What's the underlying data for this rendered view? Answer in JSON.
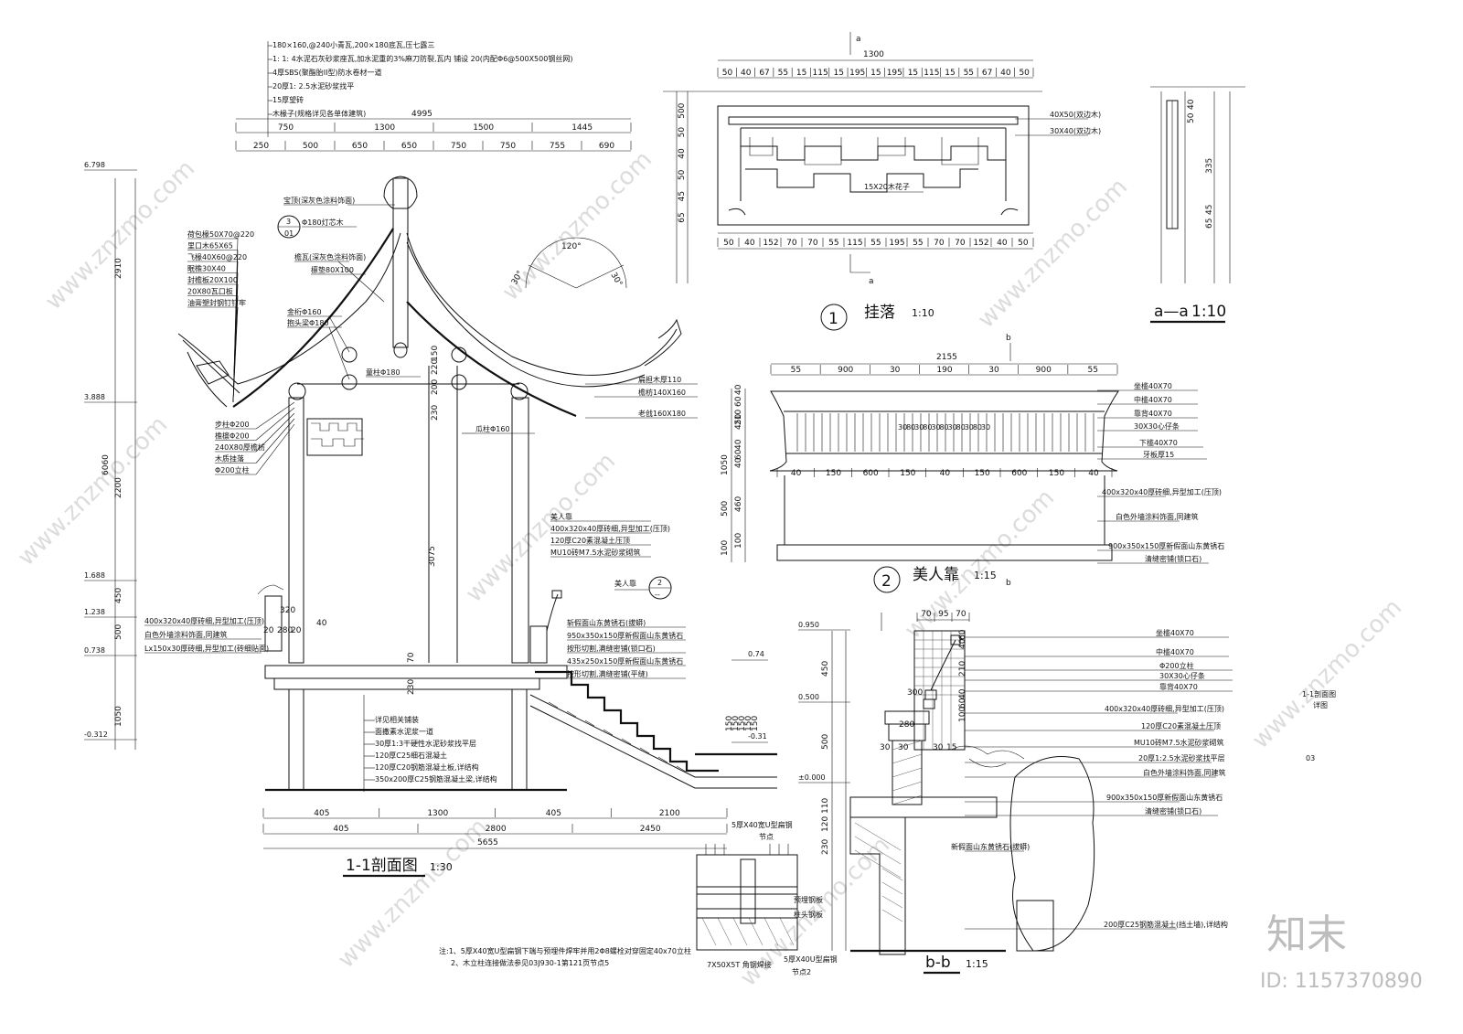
{
  "watermark": {
    "site": "www.znzmo.com",
    "brand": "知末",
    "id": "ID: 1157370890"
  },
  "section_11": {
    "title": "1-1剖面图",
    "scale": "1:30",
    "roof_notes": [
      "180×160,@240小青瓦,200×180底瓦,压七露三",
      "1: 1: 4水泥石灰砂浆座瓦,加水泥重的3%麻刀防裂,瓦内 铺设 20(内配Φ6@500X500钢丝网)",
      "4厚SBS(聚酯胎II型)防水卷材一道",
      "20厚1: 2.5水泥砂浆找平",
      "15厚望砖",
      "木椽子(规格详见各单体建筑)"
    ],
    "top_dims_1": [
      "750",
      "1300",
      "1500",
      "1445"
    ],
    "top_total": "4995",
    "top_dims_2": [
      "250",
      "500",
      "650",
      "650",
      "750",
      "750",
      "755",
      "690"
    ],
    "left_elev": [
      "6.798",
      "3.888",
      "1.688",
      "1.238",
      "0.738",
      "-0.312"
    ],
    "left_dims": [
      "2910",
      "6060",
      "2200",
      "450",
      "500",
      "1050"
    ],
    "left_labels": [
      "荷包椽50X70@220",
      "里口木65X65",
      "飞椽40X60@220",
      "眠檐30X40",
      "封檐板20X100",
      "20X80瓦口板",
      "油膏塑封钢钉钉牢"
    ],
    "mid_labels": [
      "宝顶(深灰色涂料饰面)",
      "Φ180灯芯木",
      "檐瓦(深灰色涂料饰面)",
      "檩垫80X100",
      "金桁Φ160",
      "抱头梁Φ180",
      "童柱Φ180"
    ],
    "col_labels": [
      "步柱Φ200",
      "檐檩Φ200",
      "240X80厚檐枋",
      "木质挂落",
      "Φ200立柱"
    ],
    "right_labels": [
      "扁担木厚110",
      "檐枋140X160",
      "老戗160X180",
      "瓜柱Φ160"
    ],
    "angles": [
      "120°",
      "30°",
      "30°"
    ],
    "mid_dims": [
      "230",
      "200",
      "220",
      "150",
      "3075",
      "70",
      "230"
    ],
    "lower_labels": [
      "400x320x40厚砖细,异型加工(压顶)",
      "白色外墙涂料饰面,同建筑",
      "Lx150x30厚砖细,异型加工(砖细贴面)"
    ],
    "seat_labels": [
      "美人靠",
      "400x320x40厚砖细,异型加工(压顶)",
      "120厚C20素混凝土压顶",
      "MU10砖M7.5水泥砂浆砌筑"
    ],
    "step_labels": [
      "斩假面山东黄锈石(拔蟒)",
      "950x350x150厚新假面山东黄锈石",
      "按形切割,满缝密铺(锁口石)",
      "435x250x150厚新假面山东黄锈石",
      "按形切割,满缝密铺(平缝)"
    ],
    "floor_labels": [
      "详见相关铺装",
      "面撒素水泥浆一道",
      "30厚1:3干硬性水泥砂浆找平层",
      "120厚C25细石混凝土",
      "120厚C20钢筋混凝土板,详结构",
      "350x200厚C25钢筋混凝土梁,详结构"
    ],
    "bottom_dims_1": [
      "405",
      "1300",
      "405",
      "2100"
    ],
    "bottom_dims_2": [
      "405",
      "2800",
      "2450"
    ],
    "bottom_total": "5655",
    "stair_dims": [
      "150",
      "150",
      "150",
      "150",
      "150"
    ],
    "stair_elev": [
      "0.74",
      "-0.31"
    ],
    "pavilion_small": [
      "20",
      "280",
      "20",
      "320",
      "40"
    ],
    "callout_1": {
      "num": "3",
      "sub": "01"
    },
    "callout_2": {
      "text": "美人靠",
      "num": "2",
      "sub": "--"
    },
    "seat_num": "20"
  },
  "gualuo": {
    "num": "1",
    "title": "挂落",
    "scale": "1:10",
    "total": "1300",
    "section_mark": "a",
    "top_dims": [
      "50",
      "40",
      "67",
      "55",
      "15",
      "115",
      "15",
      "195",
      "15",
      "195",
      "15",
      "115",
      "15",
      "55",
      "67",
      "40",
      "50"
    ],
    "bottom_dims": [
      "50",
      "40",
      "152",
      "70",
      "70",
      "55",
      "115",
      "55",
      "195",
      "55",
      "70",
      "70",
      "152",
      "40",
      "50"
    ],
    "left_dims": [
      "500",
      "50",
      "40",
      "50",
      "45",
      "65"
    ],
    "labels": [
      "40X50(双边木)",
      "30X40(双边木)",
      "15X20木花子"
    ]
  },
  "aa": {
    "title": "a—a",
    "scale": "1:10",
    "dims": [
      "335",
      "45",
      "65",
      "40",
      "50"
    ]
  },
  "meirenkao": {
    "num": "2",
    "title": "美人靠",
    "scale": "1:15",
    "section_mark": "b",
    "total": "2155",
    "top_dims": [
      "55",
      "900",
      "30",
      "190",
      "30",
      "900",
      "55"
    ],
    "mid_dims": [
      "30",
      "80",
      "30",
      "80",
      "30",
      "80",
      "30",
      "80",
      "30",
      "80",
      "30"
    ],
    "bottom_dims": [
      "40",
      "150",
      "600",
      "150",
      "40",
      "150",
      "600",
      "150",
      "40"
    ],
    "left_dims": [
      "1050",
      "40",
      "60",
      "450",
      "210",
      "40",
      "60",
      "40",
      "500",
      "460",
      "100",
      "100"
    ],
    "labels": [
      "坐槛40X70",
      "中槛40X70",
      "靠背40X70",
      "30X30心仔条",
      "下槛40X70",
      "牙板厚15",
      "400x320x40厚砖细,异型加工(压顶)",
      "白色外墙涂料饰面,同建筑",
      "900x350x150厚新假面山东黄锈石",
      "清缝密铺(锁口石)"
    ]
  },
  "bb": {
    "title": "b-b",
    "scale": "1:15",
    "elev": [
      "0.950",
      "0.500",
      "±0.000"
    ],
    "top_dims": [
      "70",
      "95",
      "70"
    ],
    "left_dims": [
      "450",
      "500",
      "110",
      "120",
      "230",
      "60",
      "40",
      "210",
      "40",
      "60",
      "100",
      "280",
      "300",
      "30",
      "30",
      "30",
      "15"
    ],
    "labels": [
      "坐槛40X70",
      "中槛40X70",
      "Φ200立柱",
      "30X30心仔条",
      "靠背40X70",
      "400x320x40厚砖细,异型加工(压顶)",
      "120厚C20素混凝土压顶",
      "MU10砖M7.5水泥砂浆砌筑",
      "20厚1:2.5水泥砂浆找平层",
      "白色外墙涂料饰面,同建筑",
      "900x350x150厚新假面山东黄锈石",
      "清缝密铺(锁口石)",
      "新假面山东黄锈石(拔蟒)",
      "200厚C25钢筋混凝土(挡土墙),详结构"
    ]
  },
  "detail": {
    "labels": [
      "5厚X40宽U型扁钢",
      "节点",
      "预埋钢板",
      "柱头钢板",
      "5厚X40U型扁钢",
      "节点2",
      "7X50X5T 角钢焊接"
    ]
  },
  "notes": [
    "注:1、5厚X40宽U型扁钢下端与预埋件焊牢并用2Φ8螺栓对穿固定40x70立柱",
    "2、木立柱连接做法参见03J930-1第121页节点5"
  ],
  "side_note": {
    "title": "1-1剖面图",
    "sub": "详图",
    "code": "03"
  }
}
